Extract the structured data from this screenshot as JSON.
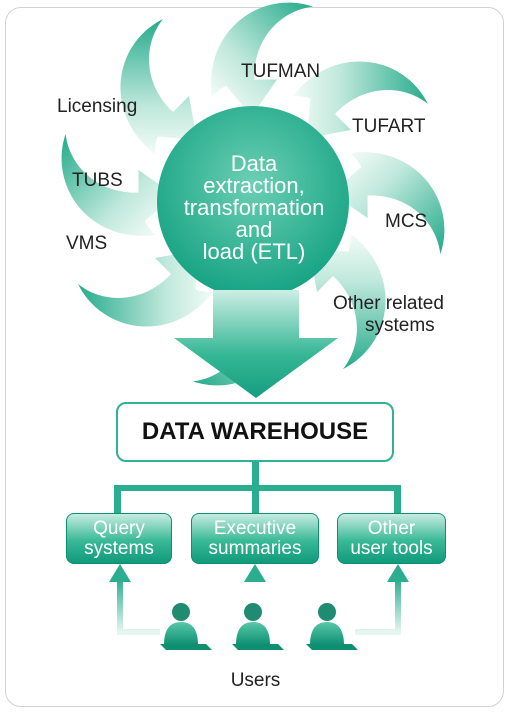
{
  "diagram": {
    "sources": {
      "licensing": "Licensing",
      "tufman": "TUFMAN",
      "tufart": "TUFART",
      "tubs": "TUBS",
      "mcs": "MCS",
      "vms": "VMS",
      "other_line1": "Other related",
      "other_line2": "systems"
    },
    "etl": {
      "line1": "Data",
      "line2": "extraction,",
      "line3": "transformation",
      "line4": "and",
      "line5": "load (ETL)"
    },
    "warehouse_label": "DATA WAREHOUSE",
    "tools": [
      {
        "line1": "Query",
        "line2": "systems"
      },
      {
        "line1": "Executive",
        "line2": "summaries"
      },
      {
        "line1": "Other",
        "line2": "user tools"
      }
    ],
    "users_label": "Users",
    "colors": {
      "primary": "#2db293",
      "dark": "#0f8f73",
      "light": "#d2efe6"
    }
  }
}
